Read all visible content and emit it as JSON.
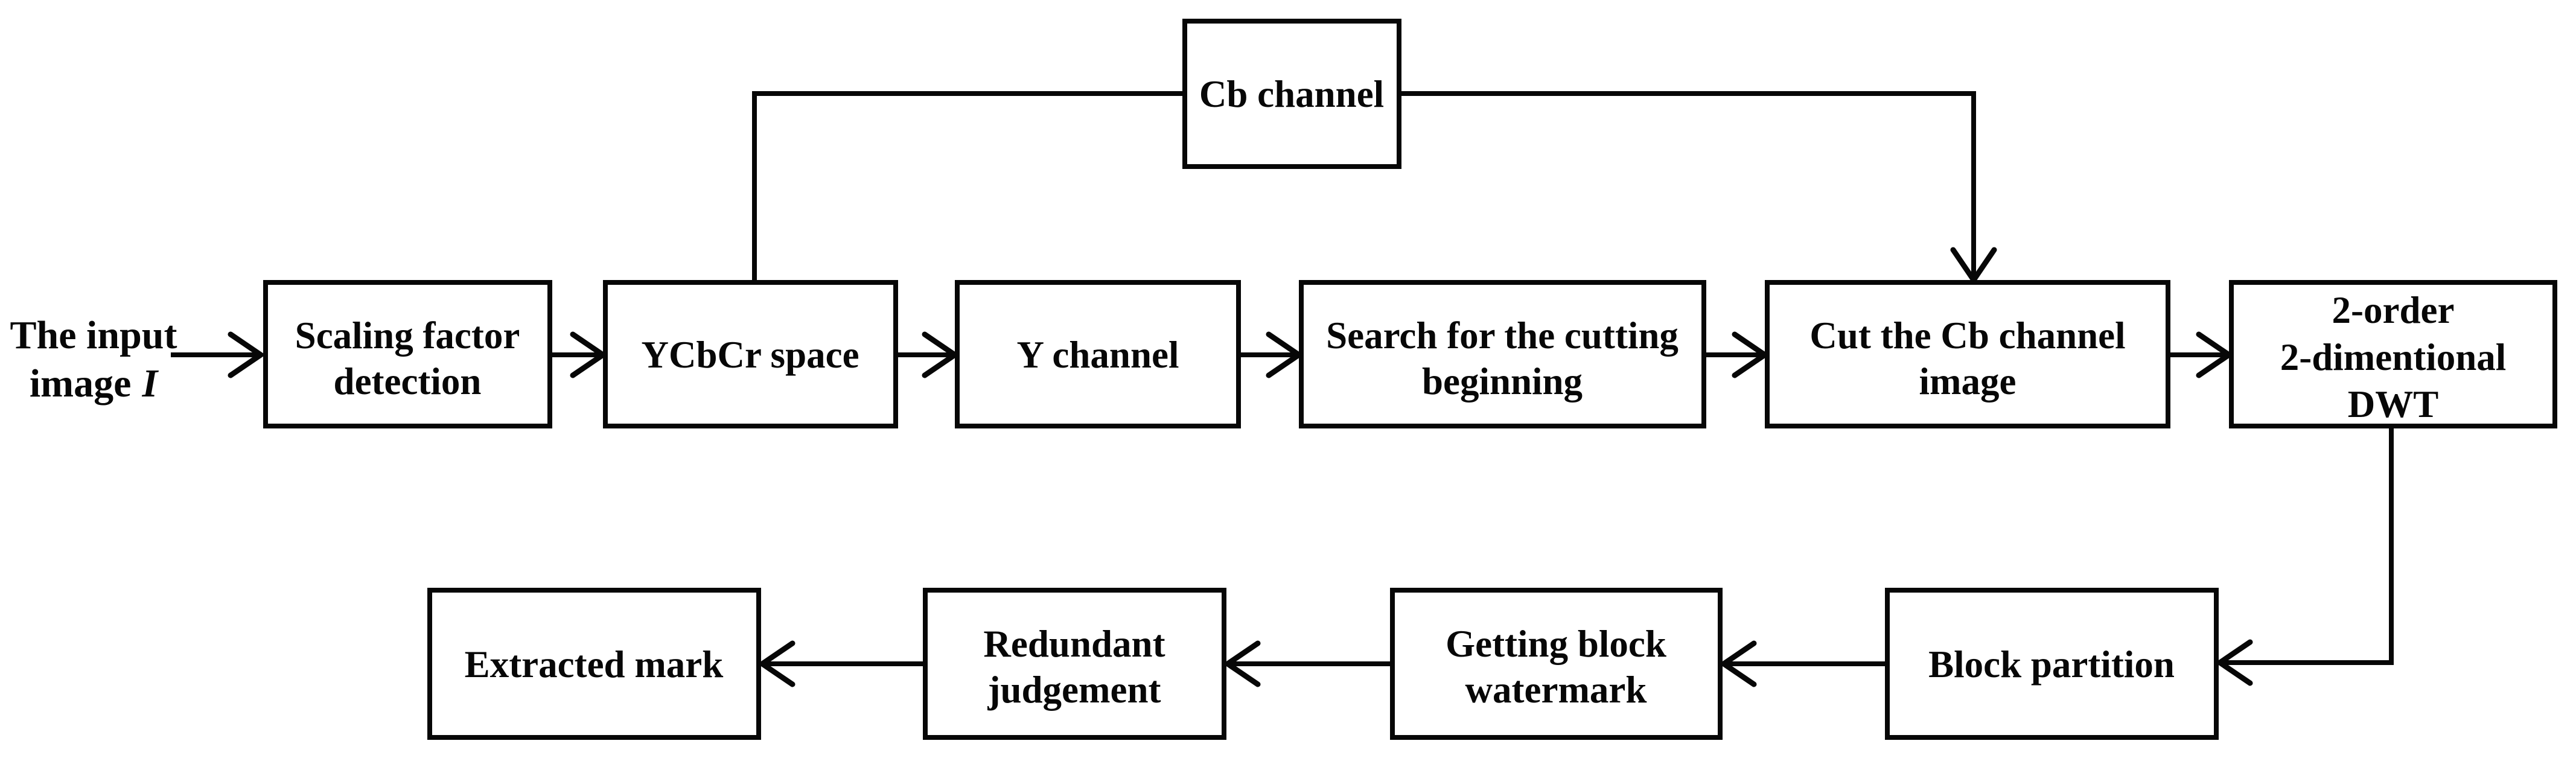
{
  "figure": {
    "type": "flowchart",
    "description": "Watermark extraction block diagram",
    "colors": {
      "ink": "#070707",
      "background": "#ffffff"
    }
  },
  "input_label": {
    "line1": "The input",
    "line2_word": "image",
    "line2_var": "I"
  },
  "boxes": {
    "cb_channel": {
      "lines": [
        "Cb channel"
      ]
    },
    "scaling_factor": {
      "lines": [
        "Scaling factor",
        "detection"
      ]
    },
    "ycbcr_space": {
      "lines": [
        "YCbCr space"
      ]
    },
    "y_channel": {
      "lines": [
        "Y channel"
      ]
    },
    "search_cutting": {
      "lines": [
        "Search for the cutting",
        "beginning"
      ]
    },
    "cut_cb_image": {
      "lines": [
        "Cut the Cb channel",
        "image"
      ]
    },
    "dwt": {
      "lines": [
        "2-order",
        "2-dimentional",
        "DWT"
      ]
    },
    "extracted_mark": {
      "lines": [
        "Extracted mark"
      ]
    },
    "redundant": {
      "lines": [
        "Redundant",
        "judgement"
      ]
    },
    "getting_block": {
      "lines": [
        "Getting block",
        "watermark"
      ]
    },
    "block_partition": {
      "lines": [
        "Block partition"
      ]
    }
  }
}
